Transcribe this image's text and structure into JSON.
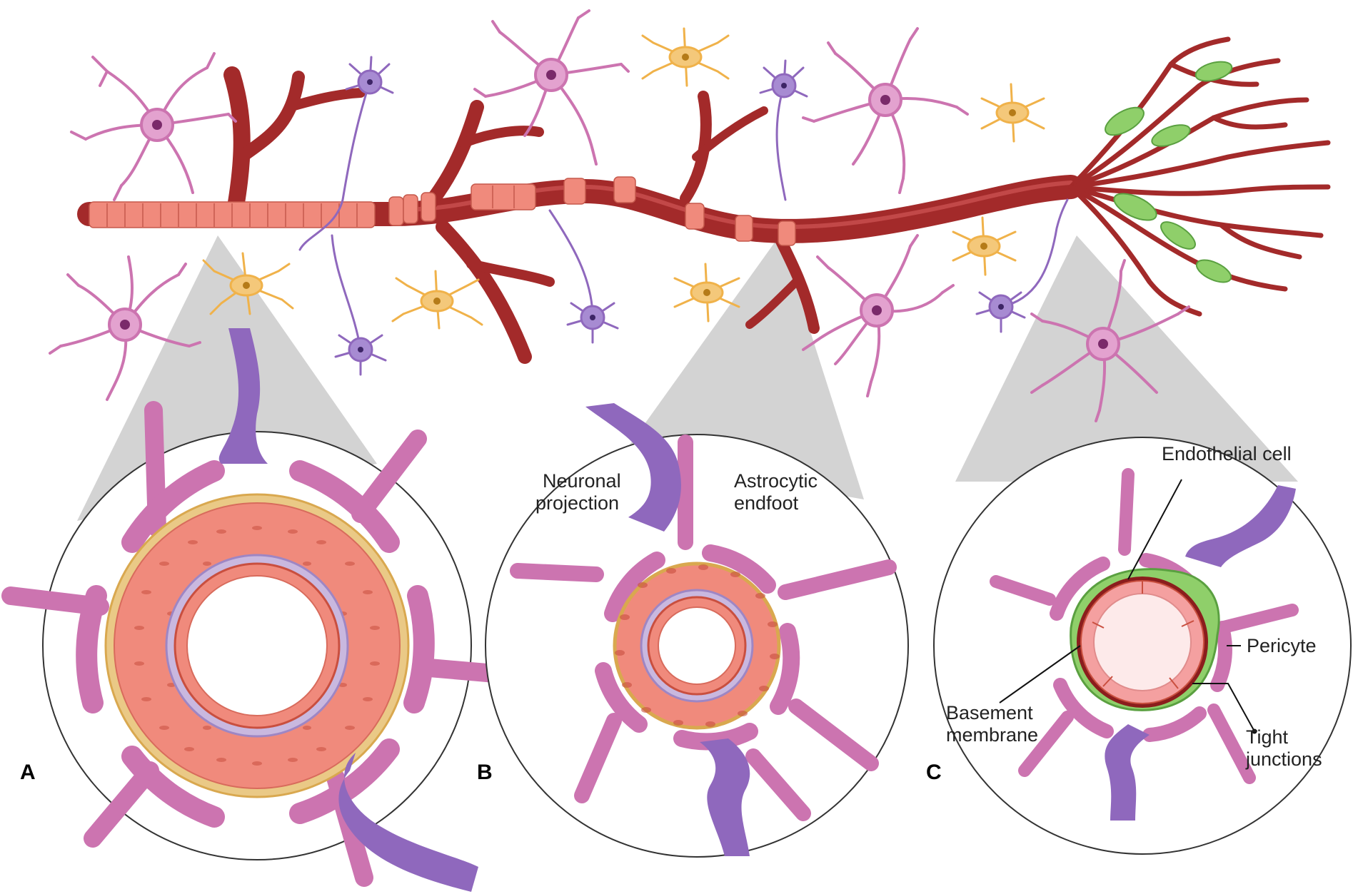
{
  "colors": {
    "vessel": "#a32a2a",
    "smooth_muscle": "#f08a7c",
    "astrocyte": "#cc74b0",
    "astrocyte_dark": "#9c3f86",
    "microglia": "#f0b24a",
    "neuron": "#8f68bd",
    "pericyte": "#8fcf6a",
    "magnifier": "#d0d0d0",
    "adventitia": "#eac986",
    "basement_membrane": "#c9b8df",
    "lumen": "#ffffff"
  },
  "panels": [
    {
      "letter": "A"
    },
    {
      "letter": "B",
      "labels": {
        "neuronal_projection": [
          "Neuronal",
          "projection"
        ],
        "astrocytic_endfoot": [
          "Astrocytic",
          "endfoot"
        ]
      }
    },
    {
      "letter": "C",
      "labels": {
        "endothelial_cell": "Endothelial cell",
        "pericyte": "Pericyte",
        "basement_membrane": [
          "Basement",
          "membrane"
        ],
        "tight_junctions": [
          "Tight",
          "junctions"
        ]
      }
    }
  ]
}
